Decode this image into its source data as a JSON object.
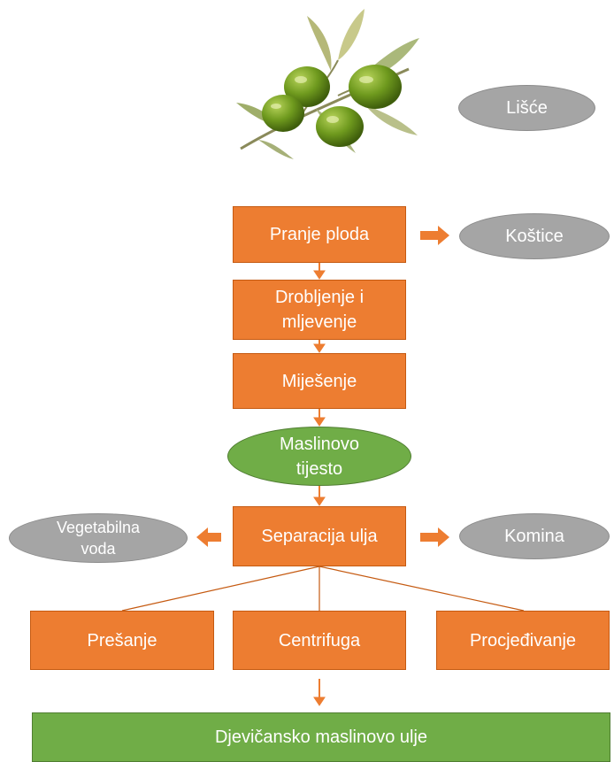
{
  "title_image": {
    "name": "olive-branch-image"
  },
  "nodes": {
    "lisce": "Lišće",
    "pranje": "Pranje ploda",
    "kostice": "Koštice",
    "drobljenje": "Drobljenje i mljevenje",
    "mijesenje": "Miješenje",
    "tijesto": "Maslinovo tijesto",
    "separacija": "Separacija ulja",
    "vegetabilna": "Vegetabilna voda",
    "komina": "Komina",
    "presanje": "Prešanje",
    "centrifuga": "Centrifuga",
    "procjedivanje": "Procjeđivanje",
    "ulje": "Djevičansko maslinovo ulje"
  },
  "colors": {
    "process": "#ED7D31",
    "byproduct": "#A5A5A5",
    "product": "#70AD47",
    "connector": "#ED7D31",
    "branch_line": "#C55A11"
  }
}
